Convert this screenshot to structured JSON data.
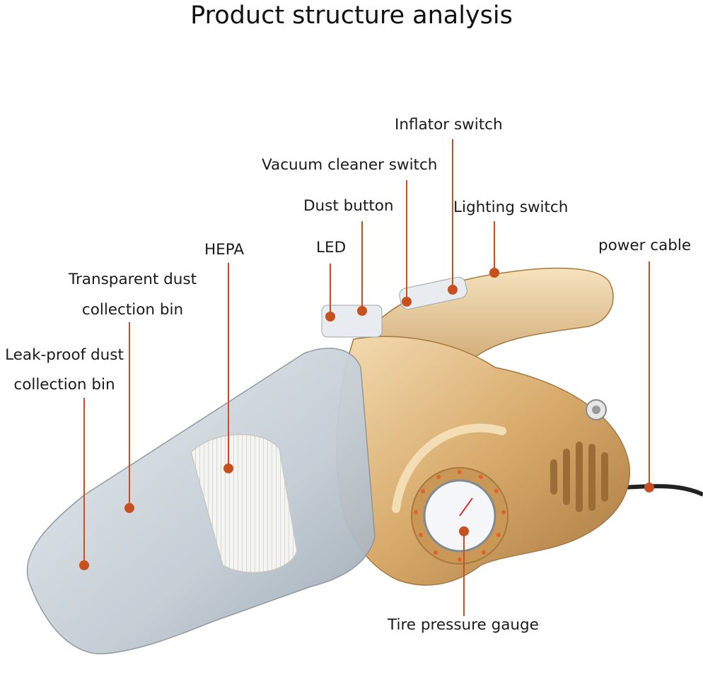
{
  "title": "Product structure analysis",
  "labels": {
    "inflator_switch": "Inflator switch",
    "vacuum_cleaner_switch": "Vacuum cleaner switch",
    "dust_button": "Dust button",
    "lighting_switch": "Lighting switch",
    "power_cable": "power cable",
    "hepa": "HEPA",
    "led": "LED",
    "transparent_bin_line1": "Transparent dust",
    "transparent_bin_line2": "collection bin",
    "leakproof_bin_line1": "Leak-proof dust",
    "leakproof_bin_line2": "collection bin",
    "tire_pressure_gauge": "Tire pressure gauge"
  },
  "colors": {
    "leader": "#c8501e",
    "gold": "#d9b27a",
    "gold_dark": "#a8793f",
    "plastic": "#c9d2da"
  }
}
